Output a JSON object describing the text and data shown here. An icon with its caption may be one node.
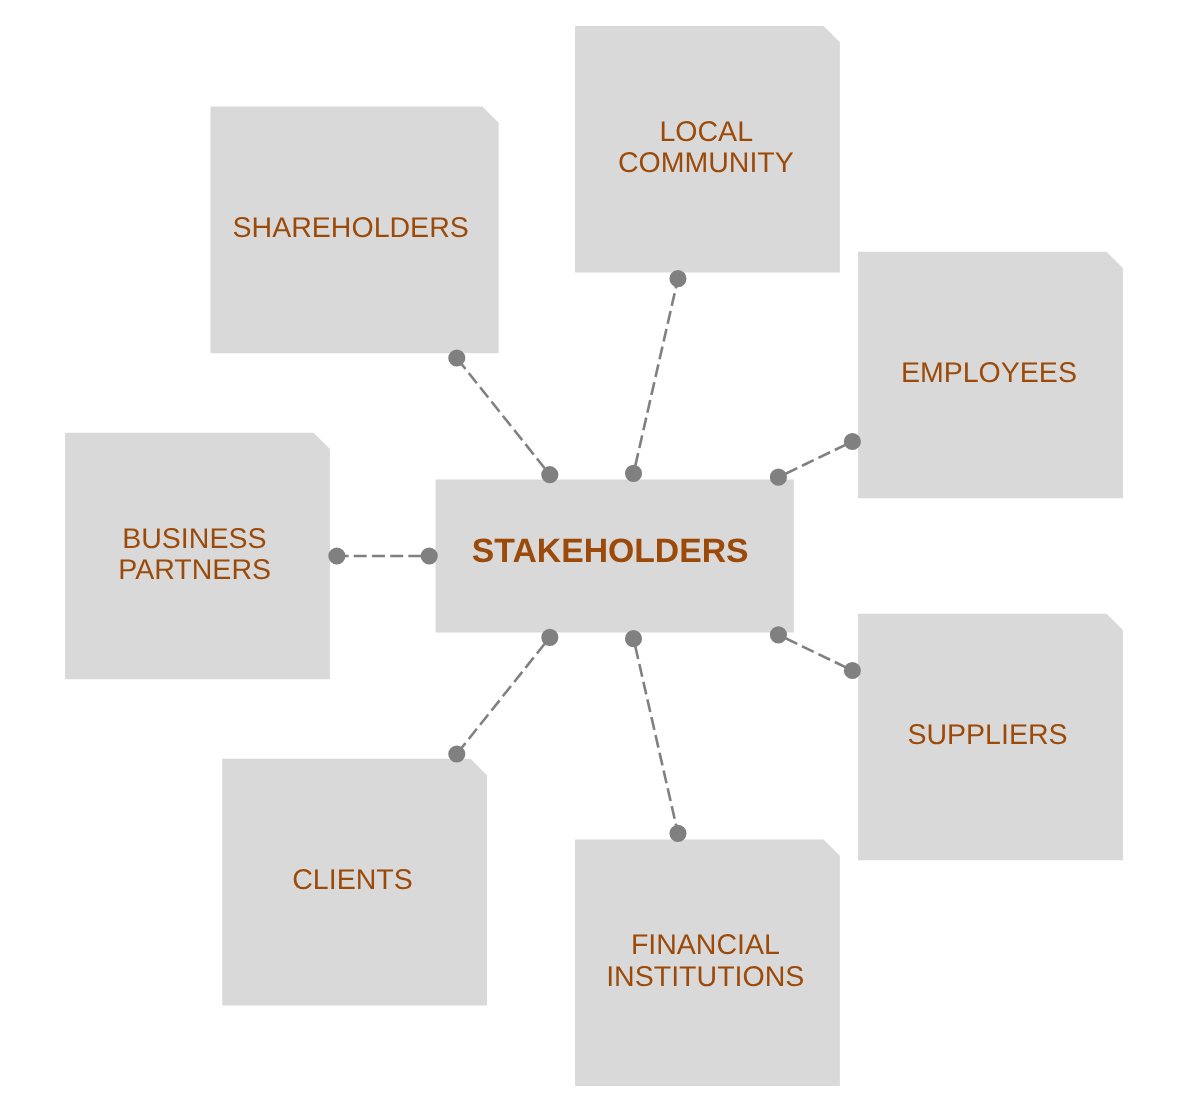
{
  "diagram": {
    "nodes": [
      {
        "text": [
          "EMPLOYEES"
        ]
      },
      {
        "text": [
          "LOCAL COMMUNITY"
        ]
      },
      {
        "text": [
          "SHAREHOLDERS"
        ]
      },
      {
        "text": [
          "STAKEHOLDERS"
        ]
      },
      {
        "text": [
          "BUSINESS PARTNERS"
        ]
      },
      {
        "text": [
          "CLIENTS"
        ]
      },
      {
        "text": [
          "FINANCIAL INSTITUTIONS"
        ]
      },
      {
        "text": [
          "SUPPLIERS"
        ]
      }
    ],
    "edges": [
      {
        "from": 3,
        "to": 0,
        "arrow": "other",
        "style": "dashed"
      },
      {
        "from": 3,
        "to": 1,
        "arrow": "other",
        "style": "dashed"
      },
      {
        "from": 3,
        "to": 2,
        "arrow": "other",
        "style": "dashed"
      },
      {
        "from": 3,
        "to": 4,
        "arrow": "other",
        "style": "dashed"
      },
      {
        "from": 3,
        "to": 5,
        "arrow": "other",
        "style": "dashed"
      },
      {
        "from": 3,
        "to": 6,
        "arrow": "other",
        "style": "dashed"
      },
      {
        "from": 3,
        "to": 7,
        "arrow": "other",
        "style": "dashed"
      }
    ]
  }
}
